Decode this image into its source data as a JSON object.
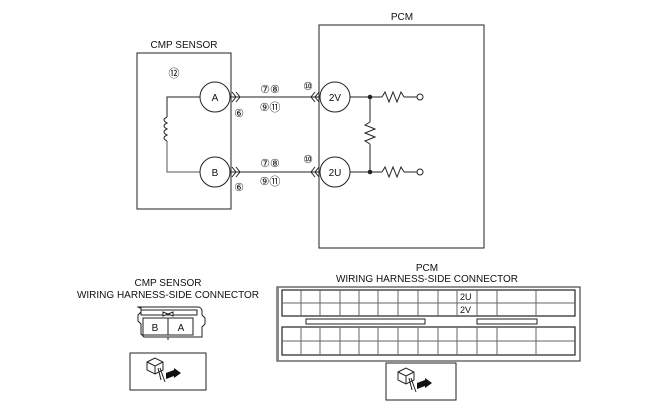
{
  "diagram": {
    "pcm_title": "PCM",
    "sensor_title": "CMP SENSOR",
    "sensor_terminals": [
      {
        "id": "A",
        "label": "A"
      },
      {
        "id": "B",
        "label": "B"
      }
    ],
    "pcm_terminals": [
      {
        "id": "2V",
        "label": "2V"
      },
      {
        "id": "2U",
        "label": "2U"
      }
    ],
    "callouts": {
      "sensor_box": "⑫",
      "wire_a_top": "⑦⑧",
      "wire_a_bottom": "⑨⑪",
      "wire_a_sensor_side": "⑥",
      "wire_a_pcm_side": "⑩",
      "wire_b_top": "⑦⑧",
      "wire_b_bottom": "⑨⑪",
      "wire_b_sensor_side": "⑥",
      "wire_b_pcm_side": "⑩"
    }
  },
  "sensor_connector": {
    "title_line1": "CMP SENSOR",
    "title_line2": "WIRING HARNESS-SIDE CONNECTOR",
    "pins": [
      "B",
      "A"
    ]
  },
  "pcm_connector": {
    "title_line1": "PCM",
    "title_line2": "WIRING HARNESS-SIDE CONNECTOR",
    "top_block_row1_label": "2U",
    "top_block_row2_label": "2V"
  }
}
